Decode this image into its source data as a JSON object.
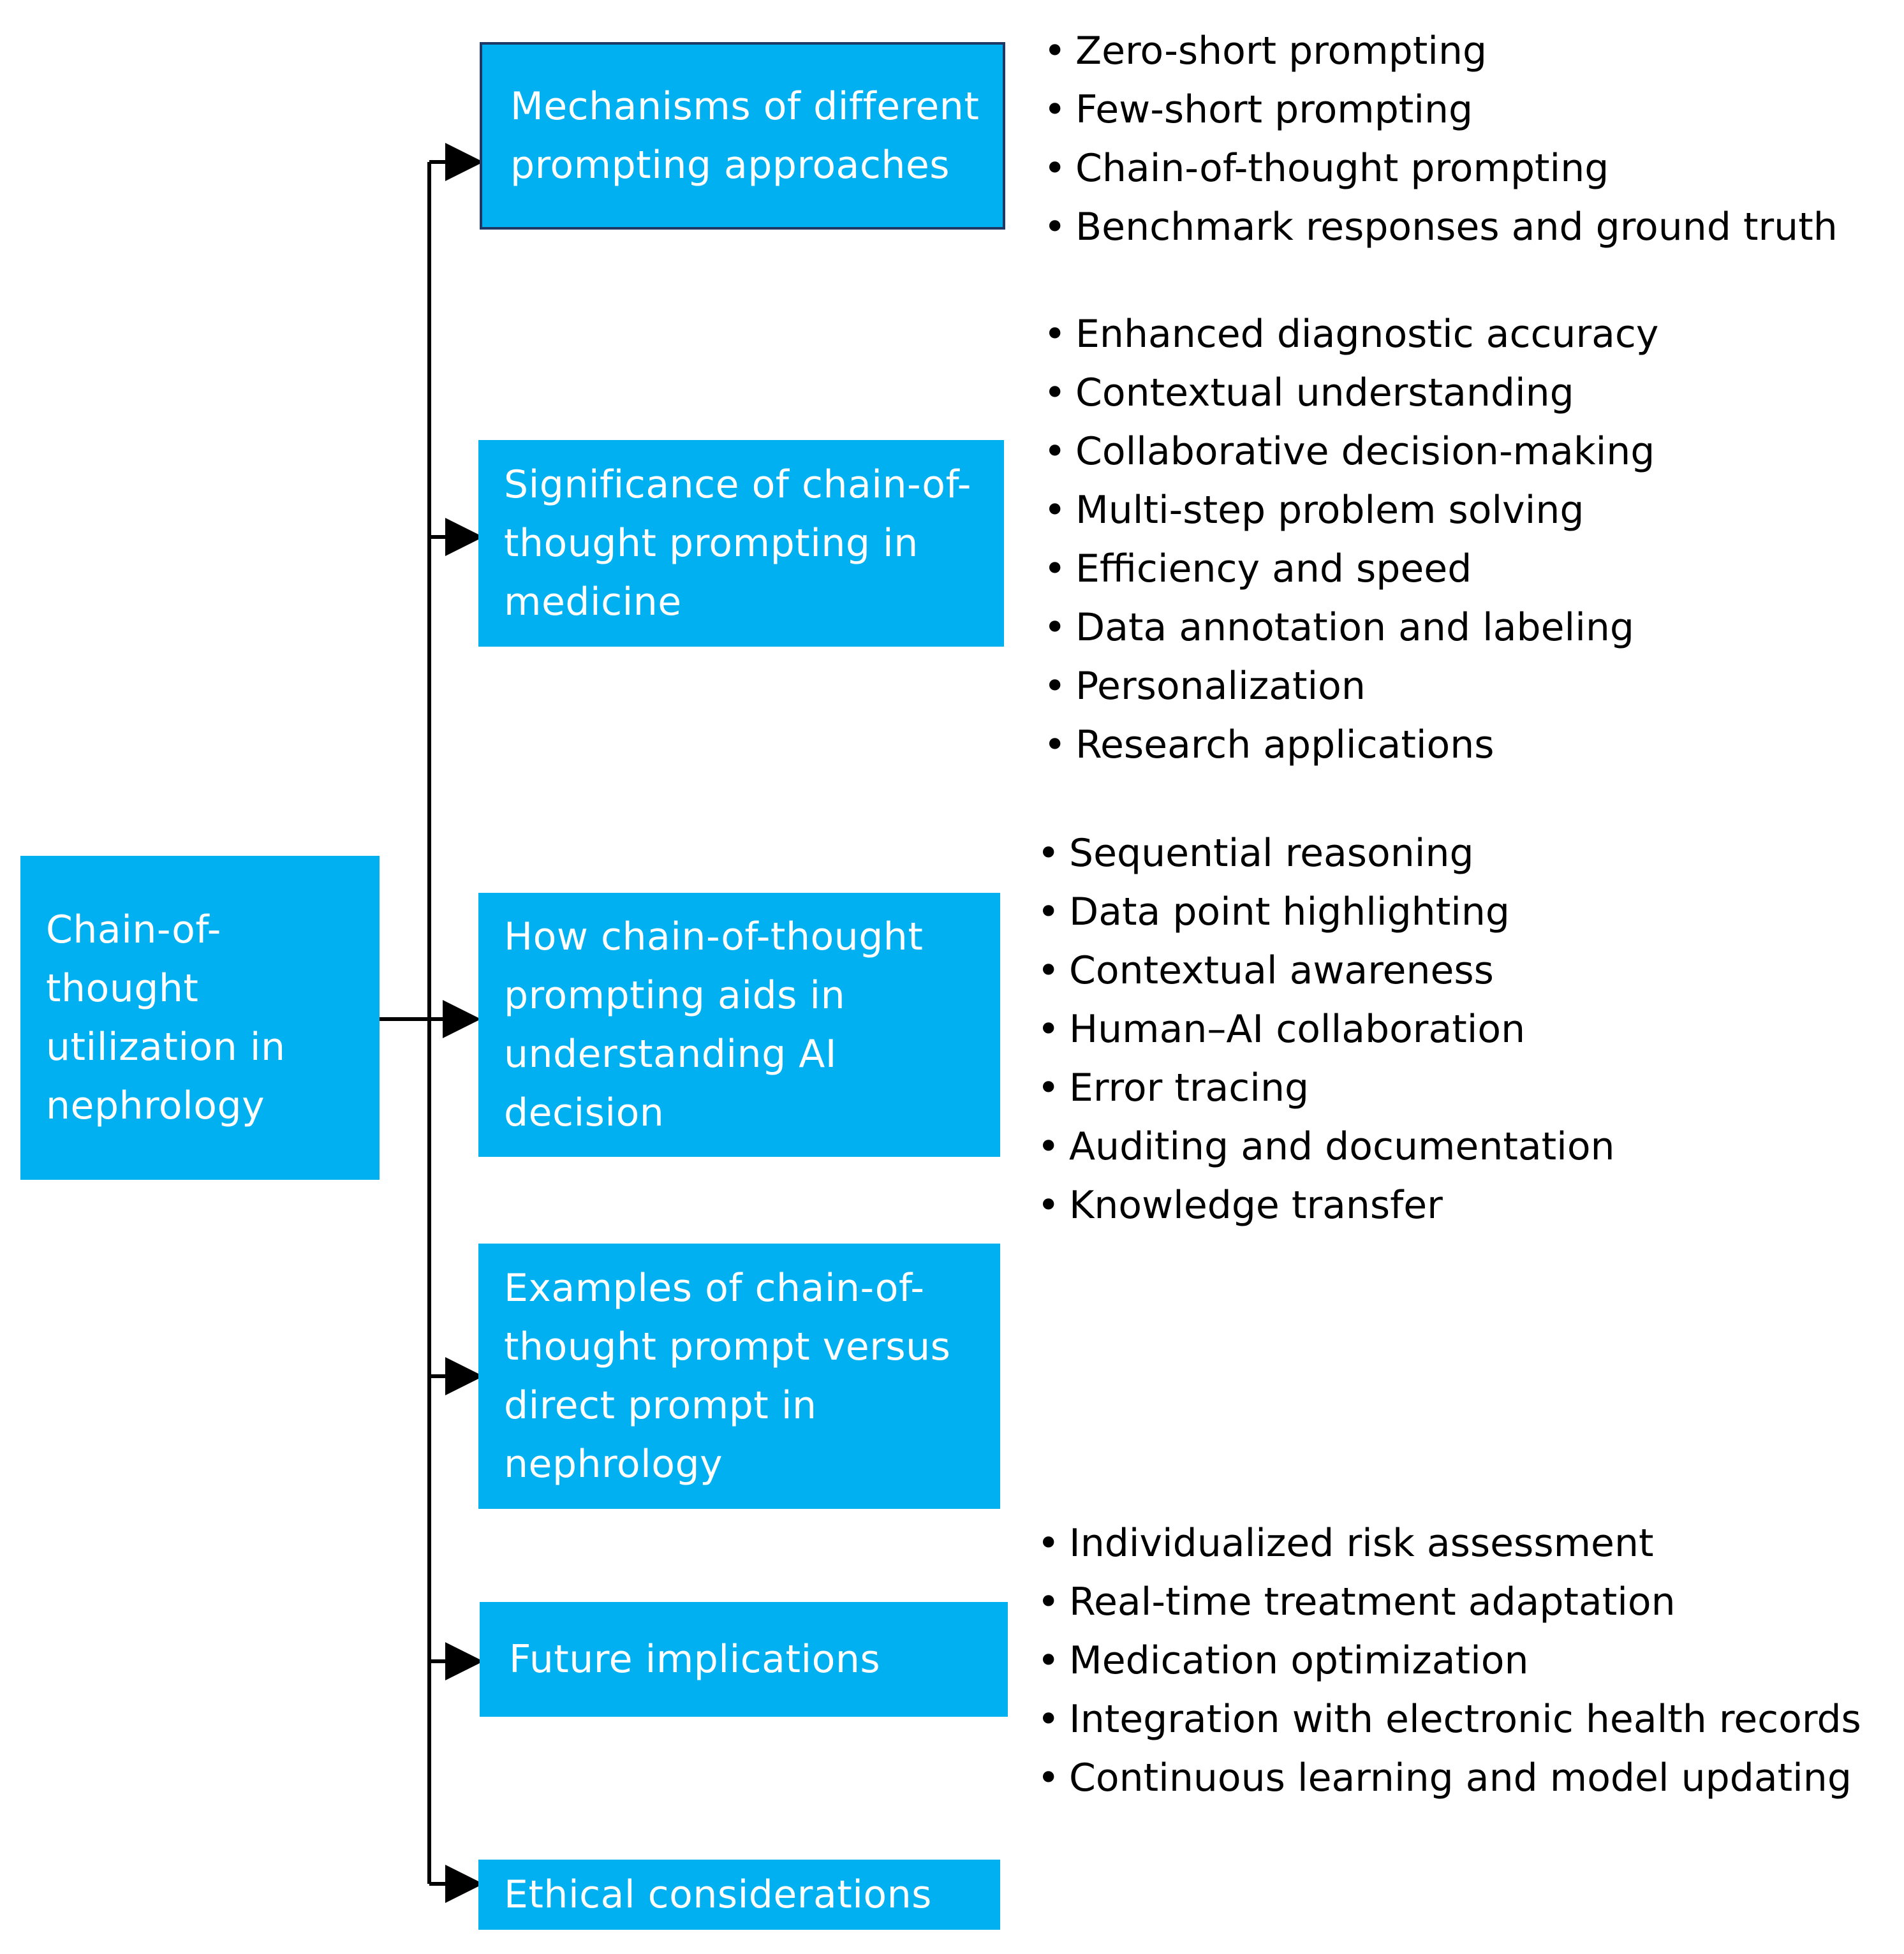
{
  "root": {
    "label": "Chain-of-thought utilization in nephrology"
  },
  "branches": [
    {
      "label": "Mechanisms of different prompting approaches",
      "items": [
        "Zero-short prompting",
        "Few-short prompting",
        "Chain-of-thought prompting",
        "Benchmark responses and ground truth"
      ]
    },
    {
      "label": "Significance of chain-of-thought prompting in medicine",
      "items": [
        "Enhanced diagnostic accuracy",
        "Contextual understanding",
        "Collaborative decision-making",
        "Multi-step problem solving",
        "Efficiency and speed",
        "Data annotation and labeling",
        "Personalization",
        "Research applications"
      ]
    },
    {
      "label": "How chain-of-thought prompting aids in understanding AI decision",
      "items": [
        "Sequential reasoning",
        "Data point highlighting",
        "Contextual awareness",
        "Human–AI collaboration",
        "Error tracing",
        "Auditing and documentation",
        "Knowledge transfer"
      ]
    },
    {
      "label": "Examples of chain-of-thought prompt versus direct prompt in nephrology",
      "items": []
    },
    {
      "label": "Future implications",
      "items": [
        "Individualized risk assessment",
        "Real-time treatment adaptation",
        "Medication optimization",
        "Integration with electronic health records",
        "Continuous learning and model updating"
      ]
    },
    {
      "label": "Ethical considerations",
      "items": []
    }
  ],
  "colors": {
    "box_fill": "#00b0f0",
    "box_text": "#ffffff",
    "connector": "#000000",
    "bullet_text": "#000000"
  }
}
